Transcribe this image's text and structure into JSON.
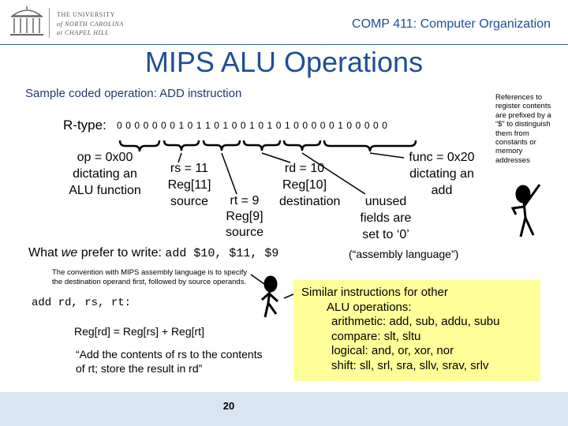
{
  "header": {
    "logo_lines": [
      "THE UNIVERSITY",
      "of NORTH CAROLINA",
      "at CHAPEL HILL"
    ],
    "course_title": "COMP 411: Computer Organization",
    "accent_color": "#1f4e96"
  },
  "slide": {
    "title": "MIPS ALU Operations",
    "sample_label": "Sample coded operation:  ADD instruction",
    "references_note": "References to register contents are prefixed by a “$” to distinguish them from constants or memory addresses",
    "rtype_label": "R-type:",
    "bits": "0 0 0 0 0 0 0 1 0 1 1 0 1 0 0 1 0 1 0 1 0 0 0 0 0 1 0 0 0 0 0",
    "fields": {
      "op_lines": [
        "op = 0x00",
        "dictating an",
        "ALU function"
      ],
      "rs_lines": [
        "rs = 11",
        "Reg[11]",
        "source"
      ],
      "rd_lines": [
        "rd = 10",
        "Reg[10]"
      ],
      "rt_lines": [
        "rt = 9",
        "Reg[9]",
        "source"
      ],
      "dest_line": "destination",
      "func_lines": [
        "func = 0x20",
        "dictating an",
        "add"
      ],
      "unused_lines": [
        "unused",
        "fields are",
        "set to ‘0’"
      ]
    },
    "prefer": {
      "label_before": "What ",
      "label_em": "we",
      "label_after": " prefer to write: ",
      "code": "add $10, $11, $9",
      "note": "(“assembly language”)"
    },
    "convention_note": "The convention with MIPS assembly language is to specify the destination operand first, followed by source operands.",
    "generic_form": "add rd, rs, rt:",
    "formula": "Reg[rd] = Reg[rs] + Reg[rt]",
    "formula_text": "“Add the contents of rs to the contents of rt; store the result in rd”",
    "similar": {
      "lines": [
        "Similar instructions for other",
        "ALU operations:",
        "arithmetic: add, sub, addu, subu",
        "compare: slt, sltu",
        "logical: and, or, xor, nor",
        "shift: sll, srl, sra, sllv, srav, srlv"
      ],
      "highlight_color": "#ffff99"
    },
    "page_number": "20",
    "footer_color": "#d9e6f2"
  }
}
